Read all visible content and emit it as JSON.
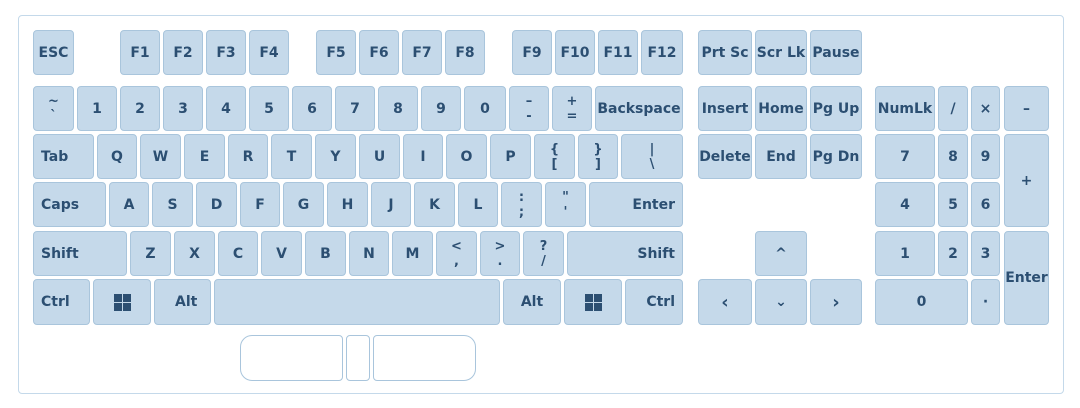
{
  "keys": {
    "esc": "ESC",
    "f1": "F1",
    "f2": "F2",
    "f3": "F3",
    "f4": "F4",
    "f5": "F5",
    "f6": "F6",
    "f7": "F7",
    "f8": "F8",
    "f9": "F9",
    "f10": "F10",
    "f11": "F11",
    "f12": "F12",
    "prtsc": "Prt Sc",
    "scrlk": "Scr Lk",
    "pause": "Pause",
    "tilde_top": "~",
    "tilde_bot": "`",
    "n1": "1",
    "n2": "2",
    "n3": "3",
    "n4": "4",
    "n5": "5",
    "n6": "6",
    "n7": "7",
    "n8": "8",
    "n9": "9",
    "n0": "0",
    "minus_top": "–",
    "minus_bot": "-",
    "equal_top": "+",
    "equal_bot": "=",
    "backspace": "Backspace",
    "insert": "Insert",
    "home": "Home",
    "pgup": "Pg Up",
    "numlk": "NumLk",
    "np_div": "/",
    "np_mul": "×",
    "np_sub": "–",
    "tab": "Tab",
    "q": "Q",
    "w": "W",
    "e": "E",
    "r": "R",
    "t": "T",
    "y": "Y",
    "u": "U",
    "i": "I",
    "o": "O",
    "p": "P",
    "lbracket_top": "{",
    "lbracket_bot": "[",
    "rbracket_top": "}",
    "rbracket_bot": "]",
    "backslash_top": "|",
    "backslash_bot": "\\",
    "delete": "Delete",
    "end": "End",
    "pgdn": "Pg Dn",
    "np7": "7",
    "np8": "8",
    "np9": "9",
    "np_add": "+",
    "caps": "Caps",
    "a": "A",
    "s": "S",
    "d": "D",
    "f": "F",
    "g": "G",
    "h": "H",
    "j": "J",
    "k": "K",
    "l": "L",
    "semicolon_top": ":",
    "semicolon_bot": ";",
    "quote_top": "\"",
    "quote_bot": "'",
    "enter": "Enter",
    "np4": "4",
    "np5": "5",
    "np6": "6",
    "shift_left": "Shift",
    "z": "Z",
    "x": "X",
    "c": "C",
    "v": "V",
    "b": "B",
    "n": "N",
    "m": "M",
    "comma_top": "<",
    "comma_bot": ",",
    "period_top": ">",
    "period_bot": ".",
    "slash_top": "?",
    "slash_bot": "/",
    "shift_right": "Shift",
    "arrow_up": "^",
    "np1": "1",
    "np2": "2",
    "np3": "3",
    "np_enter": "Enter",
    "ctrl_left": "Ctrl",
    "alt_left": "Alt",
    "alt_right": "Alt",
    "ctrl_right": "Ctrl",
    "arrow_left": "‹",
    "arrow_down": "⌄",
    "arrow_right": "›",
    "np0": "0",
    "np_dot": "·"
  },
  "colors": {
    "key_fill": "#c5d9ea",
    "key_border": "#a9c5dc",
    "key_text": "#2c4f72",
    "panel_border": "#c4d9ea"
  }
}
